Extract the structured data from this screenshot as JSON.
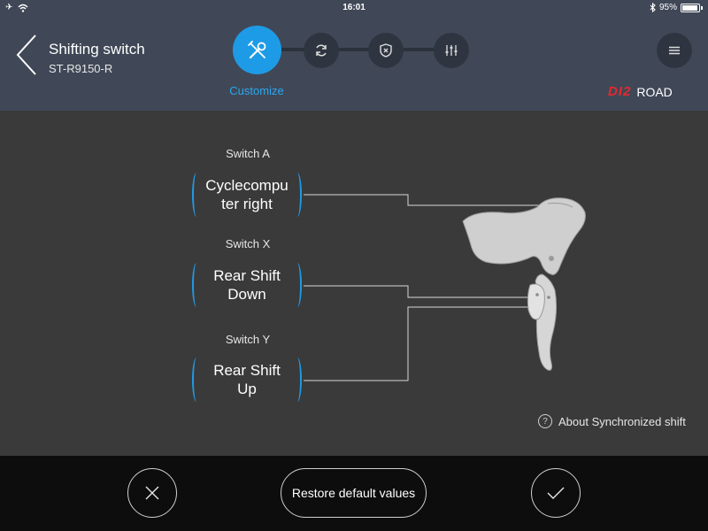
{
  "status_bar": {
    "time": "16:01",
    "battery": "95%",
    "battery_level": 0.95
  },
  "header": {
    "title": "Shifting switch",
    "subtitle": "ST-R9150-R",
    "active_step_label": "Customize",
    "brand_di2": "DI2",
    "brand_road": "ROAD"
  },
  "switches": [
    {
      "name": "Switch A",
      "value": "Cyclecompu\nter right"
    },
    {
      "name": "Switch X",
      "value": "Rear Shift\nDown"
    },
    {
      "name": "Switch Y",
      "value": "Rear Shift\nUp"
    }
  ],
  "about_link": "About Synchronized shift",
  "footer": {
    "restore_label": "Restore default values"
  },
  "colors": {
    "accent": "#1e9be6",
    "header_bg": "#404857",
    "brand_red": "#e8282c",
    "main_bg": "#3a3a3a",
    "footer_bg": "#0d0d0d"
  },
  "icons": [
    "airplane-icon",
    "wifi-icon",
    "bluetooth-icon",
    "battery-icon",
    "back-chevron-icon",
    "tools-icon",
    "sync-icon",
    "shield-icon",
    "sliders-icon",
    "list-icon",
    "help-icon",
    "close-icon",
    "check-icon"
  ]
}
